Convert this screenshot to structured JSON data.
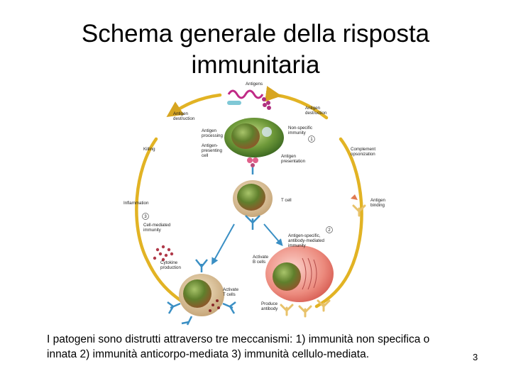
{
  "slide": {
    "title_line1": "Schema generale della risposta",
    "title_line2": "immunitaria",
    "caption": "I patogeni sono distrutti attraverso tre meccanismi: 1) immunità non specifica o innata  2) immunità anticorpo-mediata 3) immunità cellulo-mediata.",
    "page_number": "3"
  },
  "diagram": {
    "labels": {
      "antigens": "Antigens",
      "antigen_destruction_left_1": "Antigen",
      "antigen_destruction_left_2": "destruction",
      "antigen_destruction_right_1": "Antigen",
      "antigen_destruction_right_2": "destruction",
      "antigen_processing_1": "Antigen",
      "antigen_processing_2": "processing",
      "antigen_presenting_1": "Antigen-",
      "antigen_presenting_2": "presenting",
      "antigen_presenting_3": "cell",
      "nonspecific_1": "Non-specific",
      "nonspecific_2": "immunity",
      "killing": "Killing",
      "antigen_presentation_1": "Antigen",
      "antigen_presentation_2": "presentation",
      "complement_1": "Complement",
      "complement_2": "opsonization",
      "t_cell": "T cell",
      "inflammation": "Inflammation",
      "antigen_binding_1": "Antigen",
      "antigen_binding_2": "binding",
      "cell_mediated_1": "Cell-mediated",
      "cell_mediated_2": "immunity",
      "antibody_mediated_1": "Antigen-specific,",
      "antibody_mediated_2": "antibody-mediated",
      "antibody_mediated_3": "immunity",
      "activate_b_1": "Activate",
      "activate_b_2": "B cells",
      "cytokine_1": "Cytokine",
      "cytokine_2": "production",
      "activate_t_1": "Activate",
      "activate_t_2": "T cells",
      "produce_antibody_1": "Produce",
      "produce_antibody_2": "antibody",
      "num_1": "1",
      "num_2": "2",
      "num_3": "3"
    }
  }
}
